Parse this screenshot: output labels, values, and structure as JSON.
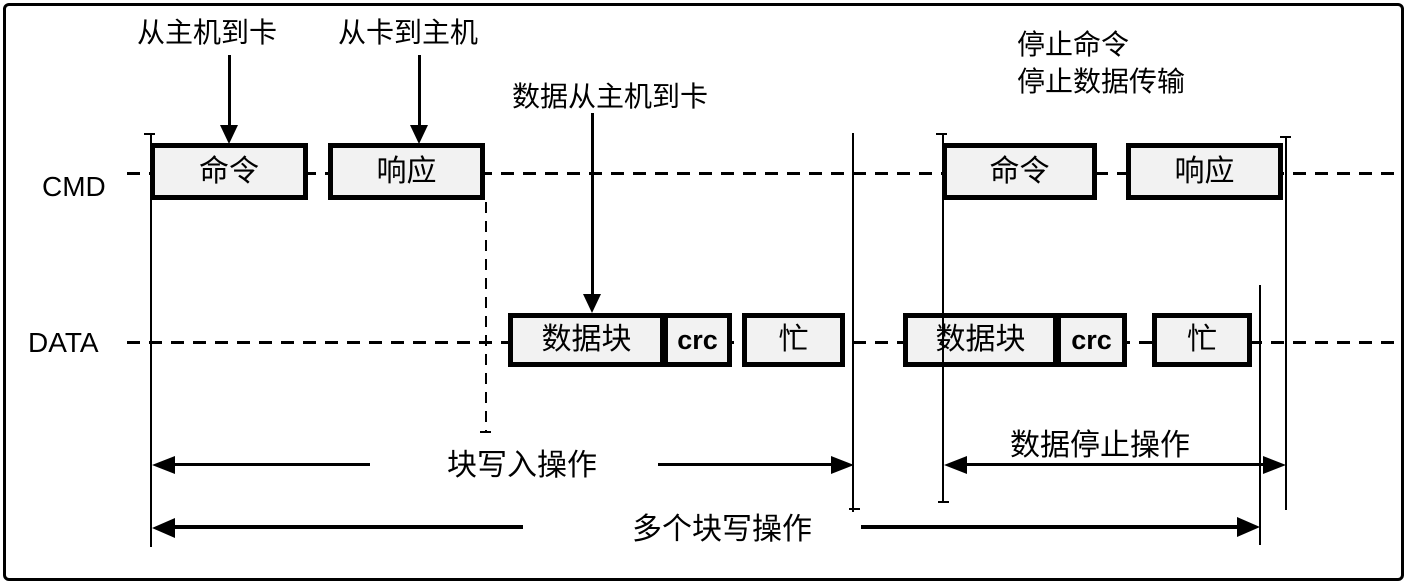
{
  "signal_labels": {
    "cmd": "CMD",
    "data": "DATA"
  },
  "annotations": {
    "from_host_to_card": "从主机到卡",
    "from_card_to_host": "从卡到主机",
    "data_from_host_to_card": "数据从主机到卡",
    "stop_command": "停止命令",
    "stop_data_transfer": "停止数据传输"
  },
  "cmd_boxes": {
    "command1": "命令",
    "response1": "响应",
    "command2": "命令",
    "response2": "响应"
  },
  "data_boxes": {
    "data_block1": "数据块",
    "crc1": "crc",
    "busy1": "忙",
    "data_block2": "数据块",
    "crc2": "crc",
    "busy2": "忙"
  },
  "operation_spans": {
    "block_write": "块写入操作",
    "data_stop": "数据停止操作",
    "multi_block_write": "多个块写操作"
  },
  "colors": {
    "line": "#000000",
    "box_fill": "#f2f2f2",
    "background": "#ffffff"
  }
}
